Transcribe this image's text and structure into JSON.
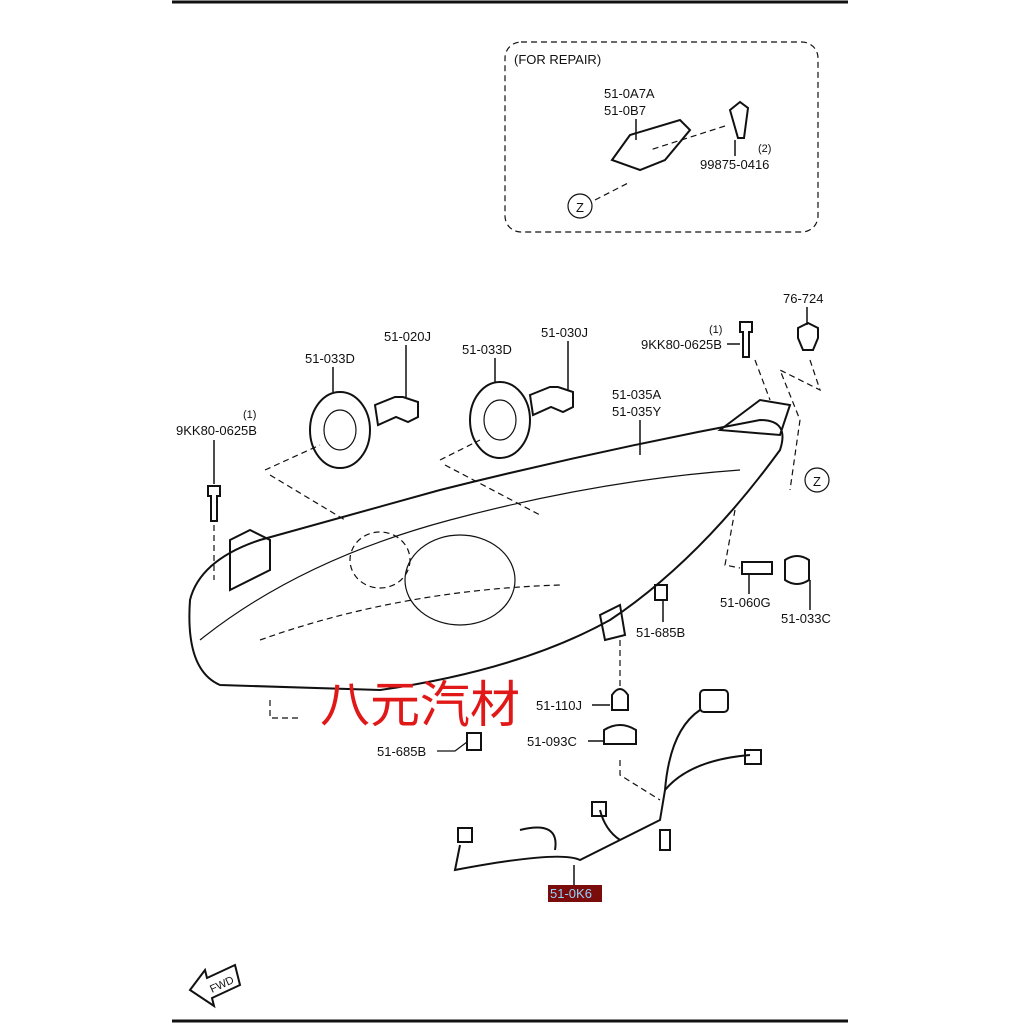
{
  "repair_box": {
    "title": "(FOR REPAIR)",
    "labels": [
      "51-0A7A",
      "51-0B7",
      "(2)",
      "99875-0416"
    ],
    "marker": "Z"
  },
  "labels": {
    "p76_724": "76-724",
    "bolt_right_qty": "(1)",
    "bolt_right": "9KK80-0625B",
    "bolt_left_qty": "(1)",
    "bolt_left": "9KK80-0625B",
    "cap1": "51-033D",
    "bulb1": "51-020J",
    "cap2": "51-033D",
    "bulb2": "51-030J",
    "housing_a": "51-035A",
    "housing_y": "51-035Y",
    "marker_z": "Z",
    "bulb_small": "51-060G",
    "socket_c": "51-033C",
    "clip_right": "51-685B",
    "bulb_turn": "51-110J",
    "socket_turn": "51-093C",
    "clip_left": "51-685B",
    "harness": "51-0K6",
    "fwd": "FWD"
  },
  "watermark": "八元汽材",
  "colors": {
    "watermark": "#e01818",
    "highlight_bg": "#7a0c0c",
    "highlight_text": "#8fd3ff"
  }
}
